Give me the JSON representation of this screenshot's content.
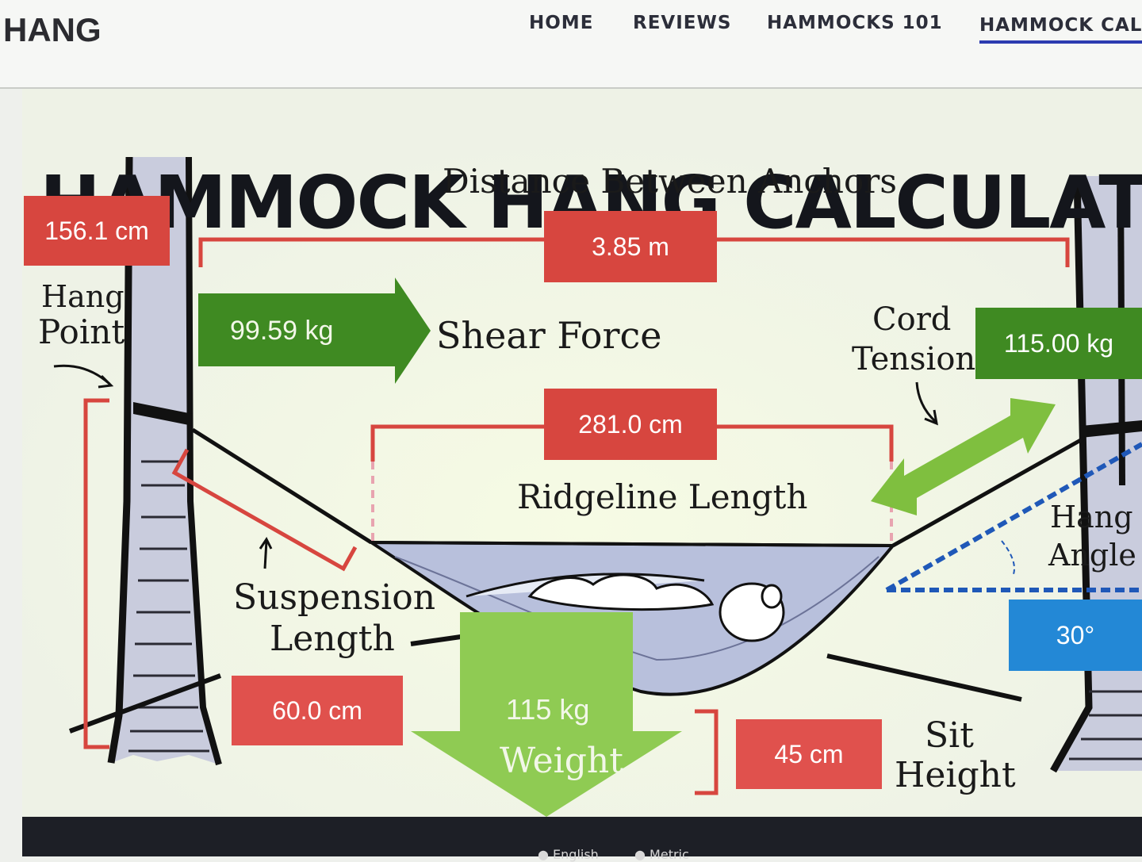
{
  "site": {
    "logo": "HANG"
  },
  "nav": [
    {
      "label": "HOME"
    },
    {
      "label": "REVIEWS"
    },
    {
      "label": "HAMMOCKS 101"
    },
    {
      "label": "HAMMOCK CAL"
    }
  ],
  "page": {
    "title": "HAMMOCK HANG CALCULATO"
  },
  "diagram": {
    "distance_label": "Distance Between Anchors",
    "distance_value": "3.85 m",
    "hang_point_value": "156.1 cm",
    "hang_point_label_1": "Hang",
    "hang_point_label_2": "Point",
    "shear_value": "99.59 kg",
    "shear_label": "Shear Force",
    "cord_tension_label_1": "Cord",
    "cord_tension_label_2": "Tension",
    "cord_tension_value": "115.00 kg",
    "ridgeline_value": "281.0 cm",
    "ridgeline_label": "Ridgeline Length",
    "hang_angle_label_1": "Hang",
    "hang_angle_label_2": "Angle",
    "hang_angle_value": "30°",
    "suspension_label_1": "Suspension",
    "suspension_label_2": "Length",
    "suspension_value": "60.0 cm",
    "weight_value": "115 kg",
    "weight_label": "Weight",
    "sit_height_value": "45 cm",
    "sit_height_label_1": "Sit",
    "sit_height_label_2": "Height"
  },
  "footer": {
    "lang_1": "English",
    "lang_2": "Metric"
  },
  "colors": {
    "red": "#d7463f",
    "green": "#3f8a22",
    "light_green": "#7fbf3f",
    "blue": "#2388d6",
    "nav_underline": "#2c3bb0"
  }
}
